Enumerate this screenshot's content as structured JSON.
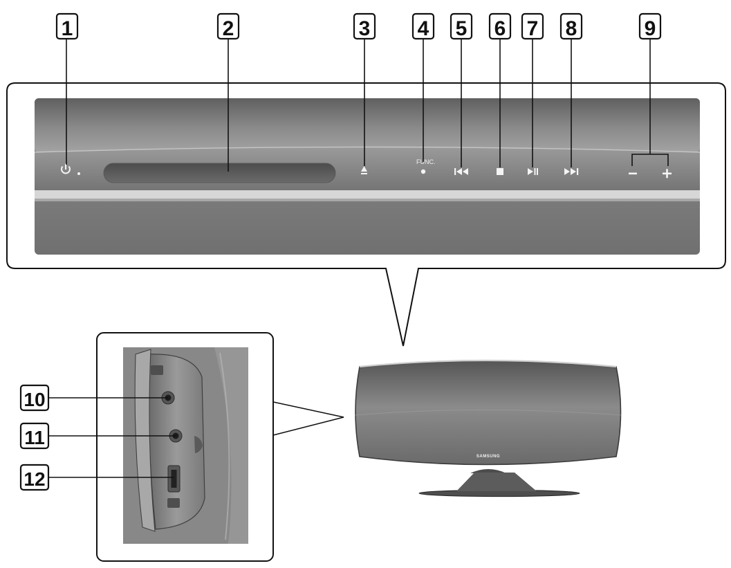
{
  "callouts": [
    "1",
    "2",
    "3",
    "4",
    "5",
    "6",
    "7",
    "8",
    "9",
    "10",
    "11",
    "12"
  ],
  "panel": {
    "func_label": "FUNC.",
    "brand_label": "SAMSUNG"
  },
  "colors": {
    "panel_dark": "#6e6e6e",
    "panel_mid": "#8e8e8e",
    "panel_light": "#b2b2b2",
    "outline": "#111111"
  },
  "icons": [
    "power-icon",
    "disc-slot",
    "eject-icon",
    "func-dot-icon",
    "skip-back-icon",
    "stop-icon",
    "play-pause-icon",
    "skip-forward-icon",
    "volume-minus-icon",
    "volume-plus-icon",
    "audio-jack-icon",
    "usb-port-icon"
  ]
}
